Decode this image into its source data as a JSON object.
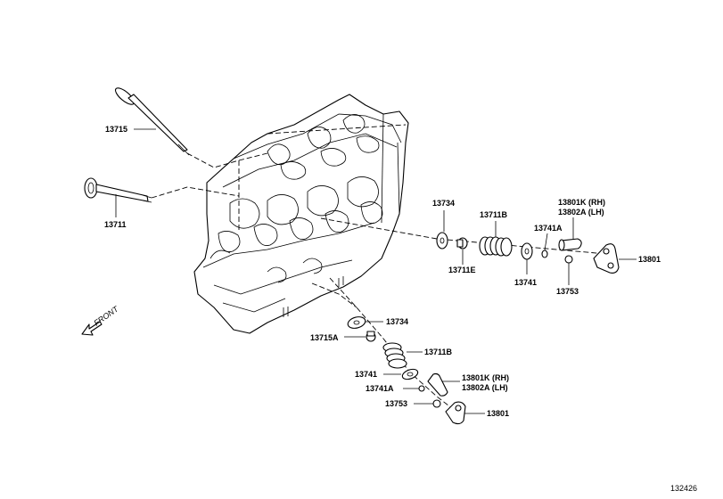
{
  "diagram_id": "132426",
  "front_label": "FRONT",
  "labels": {
    "valve_exhaust": "13715",
    "valve_intake": "13711",
    "seat_upper": "13734",
    "spring_upper": "13711B",
    "seal_upper": "13711E",
    "retainer_upper": "13741",
    "lock_upper": "13741A",
    "lifter_rh_upper": "13801K (RH)",
    "lifter_lh_upper": "13802A (LH)",
    "rocker_upper": "13801",
    "adjuster_upper": "13753",
    "seat_lower": "13734",
    "seal_lower": "13715A",
    "spring_lower": "13711B",
    "retainer_lower": "13741",
    "lock_lower": "13741A",
    "lifter_rh_lower": "13801K (RH)",
    "lifter_lh_lower": "13802A (LH)",
    "adjuster_lower": "13753",
    "rocker_lower": "13801"
  }
}
